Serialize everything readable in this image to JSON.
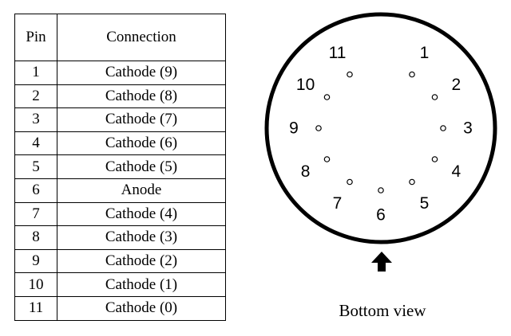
{
  "table": {
    "headers": {
      "pin": "Pin",
      "connection": "Connection"
    },
    "rows": [
      {
        "pin": "1",
        "connection": "Cathode (9)"
      },
      {
        "pin": "2",
        "connection": "Cathode (8)"
      },
      {
        "pin": "3",
        "connection": "Cathode (7)"
      },
      {
        "pin": "4",
        "connection": "Cathode (6)"
      },
      {
        "pin": "5",
        "connection": "Cathode (5)"
      },
      {
        "pin": "6",
        "connection": "Anode"
      },
      {
        "pin": "7",
        "connection": "Cathode (4)"
      },
      {
        "pin": "8",
        "connection": "Cathode (3)"
      },
      {
        "pin": "9",
        "connection": "Cathode (2)"
      },
      {
        "pin": "10",
        "connection": "Cathode (1)"
      },
      {
        "pin": "11",
        "connection": "Cathode (0)"
      }
    ]
  },
  "diagram": {
    "pin_labels": [
      "1",
      "2",
      "3",
      "4",
      "5",
      "6",
      "7",
      "8",
      "9",
      "10",
      "11"
    ],
    "caption": "Bottom view",
    "key_marker_icon": "up-arrow-icon"
  }
}
